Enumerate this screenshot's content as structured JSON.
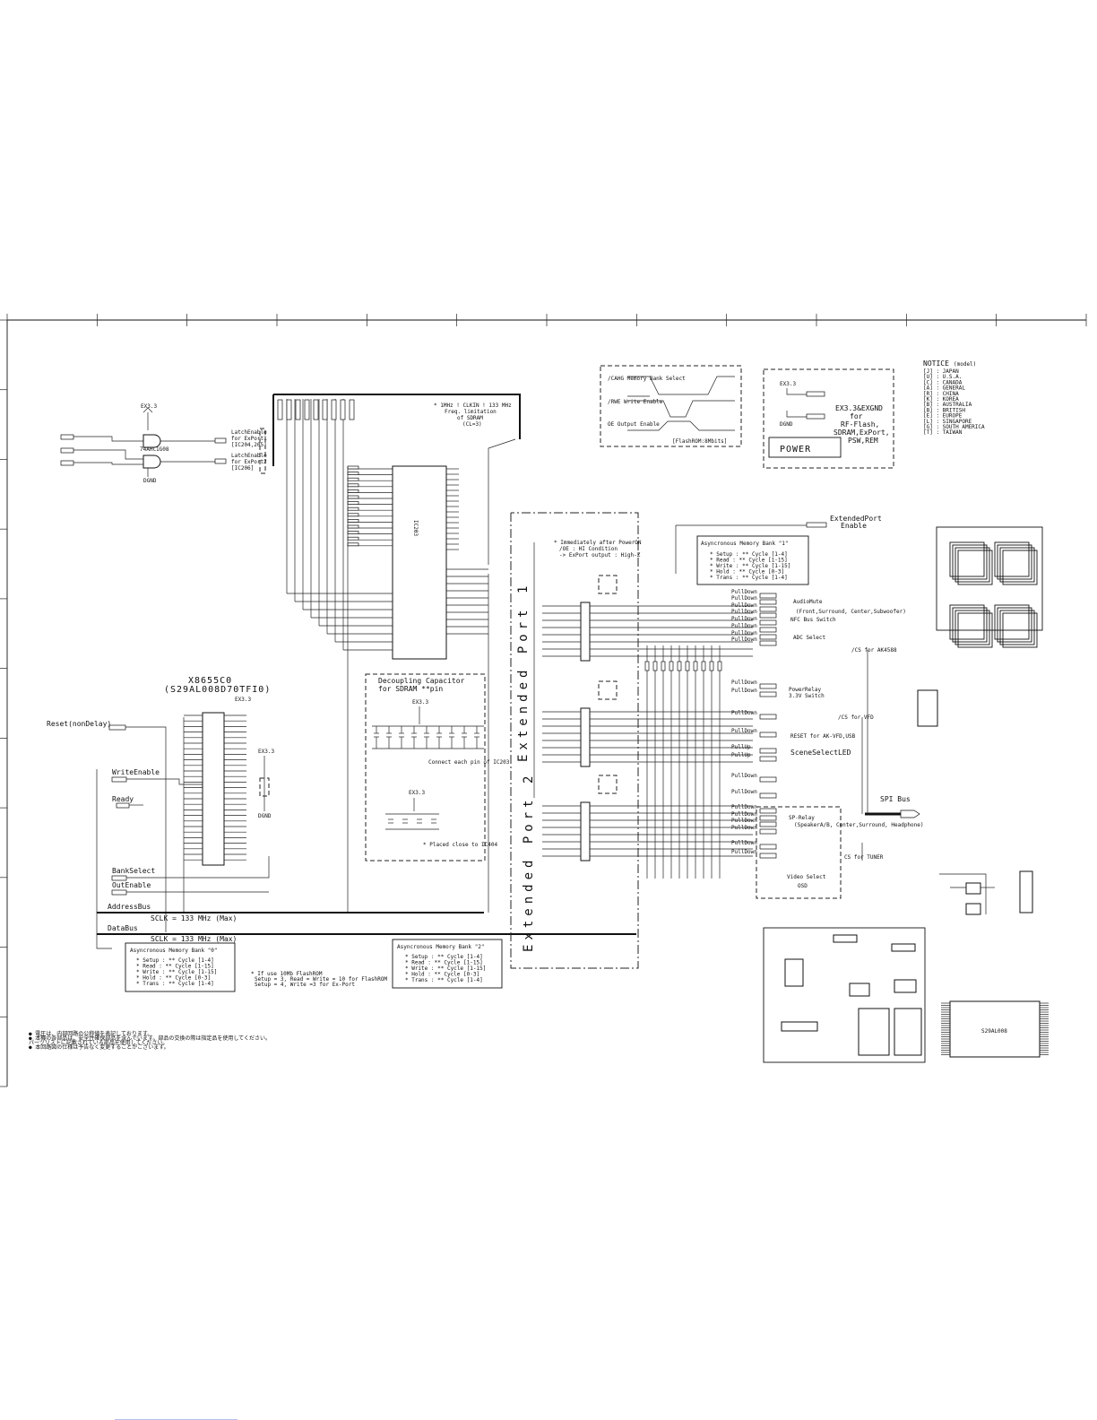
{
  "border": {
    "col_count": 12,
    "row_count": 11
  },
  "labels": {
    "power_rail": "EX3.3",
    "gnd": "DGND",
    "latch1": [
      "LatchEnable",
      "for ExPort1",
      "[IC204,205]"
    ],
    "latch2": [
      "LatchEnable",
      "for ExPort2",
      "[IC206]"
    ],
    "clk_note": [
      "* 1MHz ! CLKIN ! 133 MHz",
      "Freq. limitation",
      "of SDRAM",
      "(CL=3)"
    ],
    "timing_signals": [
      "/CAHG Memory Bank Select",
      "/RWE Write Enable",
      "OE Output Enable"
    ],
    "timing_caption": "[FlashROM:8Mbits]",
    "power_title": "POWER",
    "power_note": [
      "EX3.3&EXGND",
      "for",
      "RF-Flash,",
      "SDRAM,ExPort,",
      "PSW,REM"
    ],
    "notice_title": "NOTICE",
    "notice_sub": "(model)",
    "notice_items": [
      "[J] : JAPAN",
      "[U] : U.S.A.",
      "[C] : CANADA",
      "[A] : GENERAL",
      "[R] : CHINA",
      "[K] : KOREA",
      "[B] : AUSTRALIA",
      "[B] : BRITISH",
      "[E] : EUROPE",
      "[L] : SINGAPORE",
      "[G] : SOUTH AMERICA",
      "[T] : TAIWAN"
    ],
    "flash_title": "X8655C0",
    "flash_part": "(S29AL008D70TFI0)",
    "reset": "Reset(nonDelay)",
    "write_enable": "WriteEnable",
    "ready": "Ready",
    "bank_select": "BankSelect",
    "out_enable": "OutEnable",
    "address_bus": "AddressBus",
    "data_bus": "DataBus",
    "sclk1": "SCLK = 133 MHz (Max)",
    "sclk2": "SCLK = 133 MHz (Max)",
    "decoupling": [
      "Decoupling Capacitor",
      "for SDRAM **pin"
    ],
    "placed_close": "* Placed close to IC404",
    "ext_port_1": "Extended Port 1",
    "ext_port_2": "Extended Port 2",
    "ext_port_enable": [
      "ExtendedPort",
      "Enable"
    ],
    "poweron_note": [
      "* Immediately after PowerON",
      "/OE : HI Condition",
      "-> ExPort output : High-Z"
    ],
    "bank1": {
      "title": "Asyncronous Memory Bank \"1\"",
      "rows": [
        "* Setup : ** Cycle [1-4]",
        "* Read  : ** Cycle [1-15]",
        "* Write : ** Cycle [1-15]",
        "* Hold  : ** Cycle [0-3]",
        "* Trans : ** Cycle [1-4]"
      ]
    },
    "bank0": {
      "title": "Asyncronous Memory Bank \"0\"",
      "rows": [
        "* Setup : ** Cycle [1-4]",
        "* Read  : ** Cycle [1-15]",
        "* Write : ** Cycle [1-15]",
        "* Hold  : ** Cycle [0-3]",
        "* Trans : ** Cycle [1-4]"
      ]
    },
    "bank2": {
      "title": "Asyncronous Memory Bank \"2\"",
      "rows": [
        "* Setup : ** Cycle [1-4]",
        "* Read  : ** Cycle [1-15]",
        "* Write : ** Cycle [1-15]",
        "* Hold  : ** Cycle [0-3]",
        "* Trans : ** Cycle [1-4]"
      ]
    },
    "flash_note": [
      "* If use 10Mb FlashROM",
      "Setup = 3, Read = Write = 10 for FlashROM",
      "Setup = 4, Write =3 for Ex-Port"
    ],
    "pulldown": "PullDown",
    "pullup": "PullUp",
    "audio_mute": "AudioMute",
    "audio_mute_sub": "(Front,Surround, Center,Subwoofer)",
    "nfc_bus": "NFC Bus Switch",
    "adc_select": "ADC Select",
    "power_relay": "PowerRelay",
    "power_relay_sub": "3.3V Switch",
    "reset_vfd": "RESET for AK-VFD,USB",
    "scene_led": "SceneSelectLED",
    "sp_relay": "SP-Relay",
    "sp_relay_sub": "(SpeakerA/B, Center,Surround, Headphone)",
    "video_select": "Video Select",
    "video_osd": "OSD",
    "spi_bus": "SPI Bus",
    "cs_tuner": "CS for TUNER",
    "cs_vfd": "/CS for VFD",
    "cs_amp": "/CS for AK4588",
    "footnotes": [
      "● 電圧は、内部回路の公称値を表記しております。",
      "● 本機の各部品は、安全性確保部品を含んでいます。部品の交換の際は指定品を使用してください。",
      "  パーツリストに記載されている部品を使用してください。",
      "● 本回路図の仕様は予告なく変更することがございます。"
    ]
  }
}
